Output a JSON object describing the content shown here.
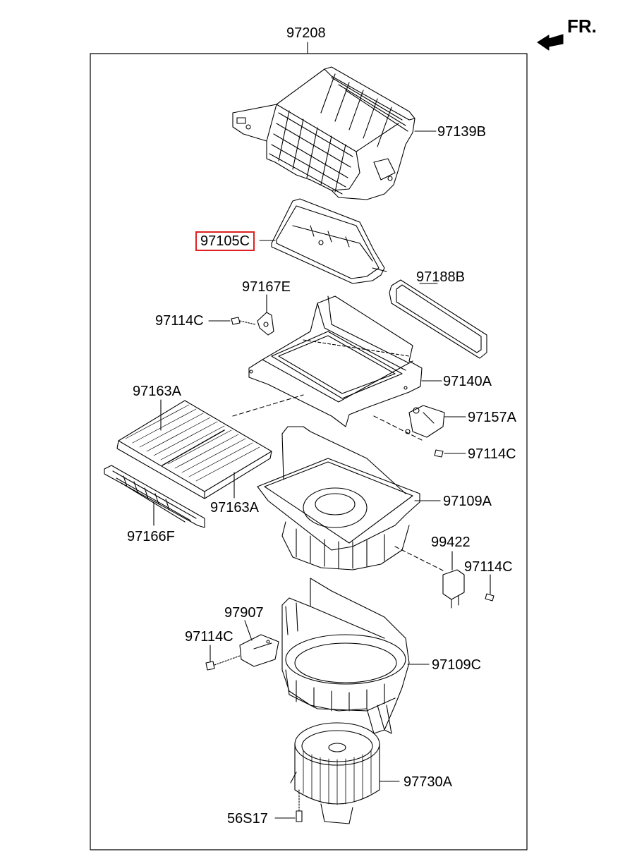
{
  "assembly": {
    "number": "97208"
  },
  "orientation": {
    "text": "FR."
  },
  "highlight_color": "#e02020",
  "parts": [
    {
      "id": "p97139B",
      "number": "97139B"
    },
    {
      "id": "p97105C",
      "number": "97105C",
      "highlighted": true
    },
    {
      "id": "p97188B",
      "number": "97188B"
    },
    {
      "id": "p97167E",
      "number": "97167E"
    },
    {
      "id": "p97114C_a",
      "number": "97114C"
    },
    {
      "id": "p97140A",
      "number": "97140A"
    },
    {
      "id": "p97163A_top",
      "number": "97163A"
    },
    {
      "id": "p97157A",
      "number": "97157A"
    },
    {
      "id": "p97114C_b",
      "number": "97114C"
    },
    {
      "id": "p97109A",
      "number": "97109A"
    },
    {
      "id": "p97163A_bot",
      "number": "97163A"
    },
    {
      "id": "p97166F",
      "number": "97166F"
    },
    {
      "id": "p99422",
      "number": "99422"
    },
    {
      "id": "p97114C_c",
      "number": "97114C"
    },
    {
      "id": "p97907",
      "number": "97907"
    },
    {
      "id": "p97114C_d",
      "number": "97114C"
    },
    {
      "id": "p97109C",
      "number": "97109C"
    },
    {
      "id": "p97730A",
      "number": "97730A"
    },
    {
      "id": "p56S17",
      "number": "56S17"
    }
  ]
}
